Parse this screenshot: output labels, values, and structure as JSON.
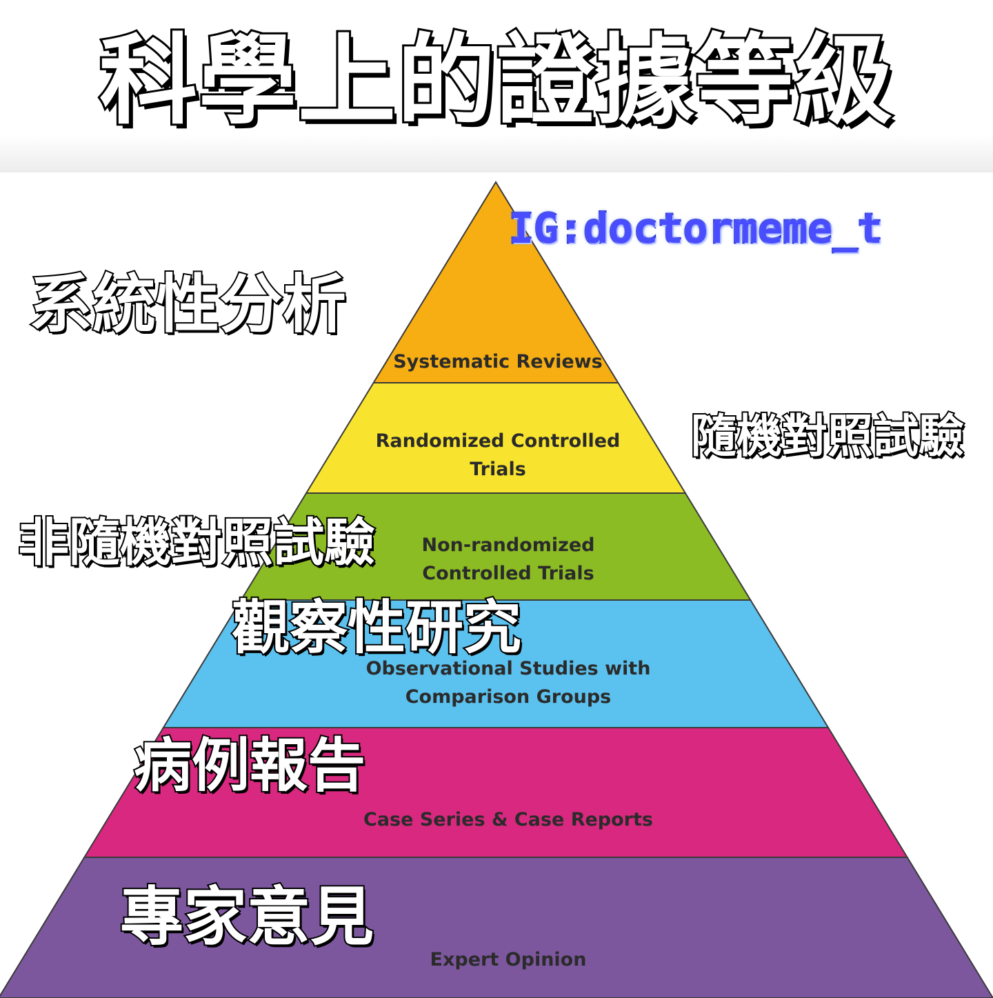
{
  "title": "科學上的證據等級",
  "watermark": "IG:doctormeme_t",
  "levels": [
    {
      "label_lines": [
        "Systematic Reviews"
      ],
      "zh_label": "系統性分析",
      "color": "#f7ae12"
    },
    {
      "label_lines": [
        "Randomized Controlled",
        "Trials"
      ],
      "zh_label": "隨機對照試驗",
      "color": "#f8e42e"
    },
    {
      "label_lines": [
        "Non-randomized",
        "Controlled Trials"
      ],
      "zh_label": "非隨機對照試驗",
      "color": "#8cbc24"
    },
    {
      "label_lines": [
        "Observational Studies with",
        "Comparison Groups"
      ],
      "zh_label": "觀察性研究",
      "color": "#5bc1ee"
    },
    {
      "label_lines": [
        "Case Series & Case Reports"
      ],
      "zh_label": "病例報告",
      "color": "#d9287f"
    },
    {
      "label_lines": [
        "Expert Opinion"
      ],
      "zh_label": "專家意見",
      "color": "#7c579e"
    }
  ]
}
